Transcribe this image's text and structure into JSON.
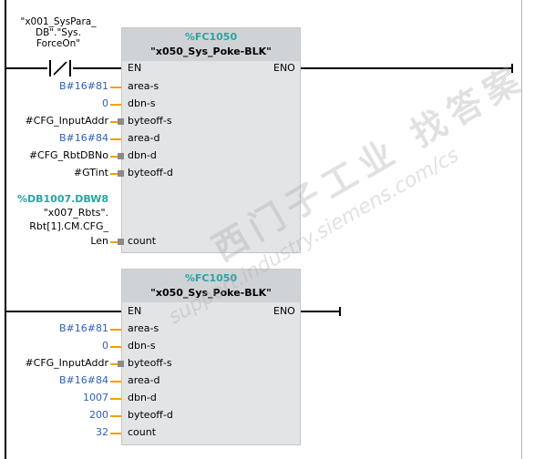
{
  "network": {
    "contact": {
      "label_lines": [
        "\"x001_SysPara_",
        "DB\".\"Sys.",
        "ForceOn\""
      ],
      "type": "normally-closed"
    },
    "blocks": [
      {
        "number": "%FC1050",
        "name": "\"x050_Sys_Poke-BLK\"",
        "en": "EN",
        "eno": "ENO",
        "params": [
          {
            "pin": "area-s",
            "arg": "B#16#81",
            "kind": "const",
            "mark": false
          },
          {
            "pin": "dbn-s",
            "arg": "0",
            "kind": "const",
            "mark": false
          },
          {
            "pin": "byteoff-s",
            "arg": "#CFG_InputAddr",
            "kind": "var",
            "mark": true
          },
          {
            "pin": "area-d",
            "arg": "B#16#84",
            "kind": "const",
            "mark": false
          },
          {
            "pin": "dbn-d",
            "arg": "#CFG_RbtDBNo",
            "kind": "var",
            "mark": true
          },
          {
            "pin": "byteoff-d",
            "arg": "#GTint",
            "kind": "var",
            "mark": true
          }
        ],
        "count": {
          "pin": "count",
          "abs_address": "%DB1007.DBW8",
          "arg_lines": [
            "\"x007_Rbts\".",
            "Rbt[1].CM.CFG_",
            "Len"
          ],
          "mark": true
        }
      },
      {
        "number": "%FC1050",
        "name": "\"x050_Sys_Poke-BLK\"",
        "en": "EN",
        "eno": "ENO",
        "params": [
          {
            "pin": "area-s",
            "arg": "B#16#81",
            "kind": "const",
            "mark": false
          },
          {
            "pin": "dbn-s",
            "arg": "0",
            "kind": "const",
            "mark": false
          },
          {
            "pin": "byteoff-s",
            "arg": "#CFG_InputAddr",
            "kind": "var",
            "mark": true
          },
          {
            "pin": "area-d",
            "arg": "B#16#84",
            "kind": "const",
            "mark": false
          },
          {
            "pin": "dbn-d",
            "arg": "1007",
            "kind": "const",
            "mark": false
          },
          {
            "pin": "byteoff-d",
            "arg": "200",
            "kind": "const",
            "mark": false
          },
          {
            "pin": "count",
            "arg": "32",
            "kind": "const",
            "mark": false
          }
        ]
      }
    ]
  },
  "colors": {
    "const_blue": "#2f5fb4",
    "block_teal": "#2aa3a3",
    "lead_orange": "#f0a000",
    "block_fill": "#e2e4e6",
    "block_header": "#cfd3d6"
  },
  "watermark": {
    "text_cn": "西门子工业 找答案",
    "text_url": "support.industry.siemens.com/cs"
  }
}
